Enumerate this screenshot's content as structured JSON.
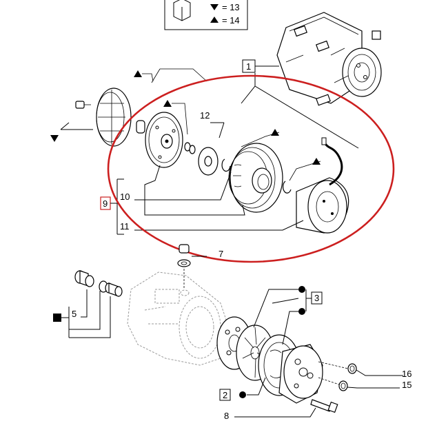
{
  "legend": {
    "down_triangle_eq": "= 13",
    "up_triangle_eq": "= 14"
  },
  "callouts": {
    "c1": "1",
    "c2": "2",
    "c3": "3",
    "c5": "5",
    "c7": "7",
    "c8": "8",
    "c9": "9",
    "c10": "10",
    "c11": "11",
    "c12": "12",
    "c15": "15",
    "c16": "16"
  },
  "colors": {
    "highlight_ellipse": "#cc1f1f",
    "line": "#000000",
    "ghost": "#9a9a9a",
    "callout_box_9": "#cc1f1f"
  },
  "icons": [
    "down-triangle-symbol",
    "up-triangle-symbol",
    "filled-circle-symbol",
    "filled-square-symbol"
  ]
}
